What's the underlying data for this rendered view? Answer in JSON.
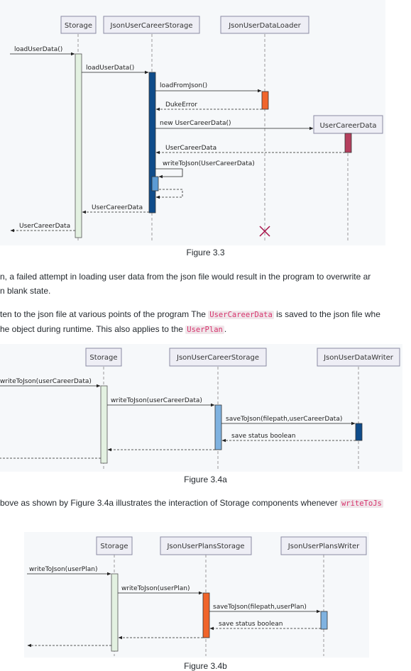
{
  "figure1": {
    "caption": "Figure 3.3",
    "participants": [
      "Storage",
      "JsonUserCareerStorage",
      "JsonUserDataLoader",
      "UserCareerData"
    ],
    "messages": [
      "loadUserData()",
      "loadUserData()",
      "loadFromJson()",
      "DukeError",
      "new UserCareerData()",
      "UserCareerData",
      "writeToJson(UserCareerData)",
      "UserCareerData",
      "UserCareerData"
    ]
  },
  "para1": {
    "line1": "n, a failed attempt in loading user data from the json file would result in the program to overwrite ar",
    "line2": "n blank state."
  },
  "para2": {
    "line1_a": "ten to the json file at various points of the program The ",
    "line1_code": "UserCareerData",
    "line1_b": " is saved to the json file whe",
    "line2_a": "he object during runtime. This also applies to the ",
    "line2_code": "UserPlan",
    "line2_b": "."
  },
  "figure2": {
    "caption": "Figure 3.4a",
    "participants": [
      "Storage",
      "JsonUserCareerStorage",
      "JsonUserDataWriter"
    ],
    "messages": [
      "writeToJson(userCareerData)",
      "writeToJson(userCareerData)",
      "saveToJson(filepath,userCareerData)",
      "save status boolean"
    ]
  },
  "para3": {
    "text_a": "bove as shown by Figure 3.4a illustrates the interaction of Storage components whenever ",
    "code": "writeToJs"
  },
  "figure3": {
    "caption": "Figure 3.4b",
    "participants": [
      "Storage",
      "JsonUserPlansStorage",
      "JsonUserPlansWriter"
    ],
    "messages": [
      "writeToJson(userPlan)",
      "writeToJson(userPlan)",
      "saveToJson(filepath,userPlan)",
      "save status boolean"
    ]
  }
}
